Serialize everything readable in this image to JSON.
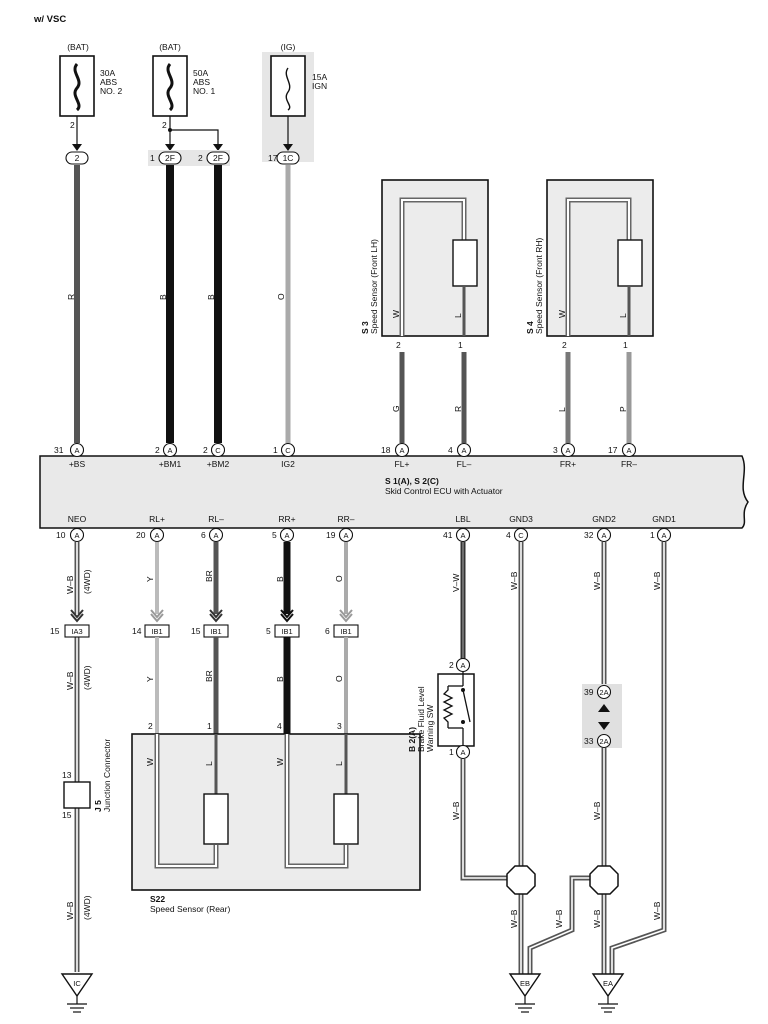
{
  "page_title": "w/ VSC",
  "fuses": [
    {
      "source": "(BAT)",
      "rating": "30A",
      "line1": "ABS",
      "line2": "NO. 2",
      "pin": "2"
    },
    {
      "source": "(BAT)",
      "rating": "50A",
      "line1": "ABS",
      "line2": "NO. 1",
      "pin": "2"
    },
    {
      "source": "(IG)",
      "rating": "15A",
      "line1": "IGN",
      "line2": "",
      "pin": ""
    }
  ],
  "top_connectors": [
    {
      "pin": "",
      "label": "2"
    },
    {
      "pin": "1",
      "label": "2F"
    },
    {
      "pin": "2",
      "label": "2F"
    },
    {
      "pin": "17",
      "label": "1C"
    }
  ],
  "top_wire_colors": [
    "R",
    "B",
    "B",
    "O"
  ],
  "sensor_lh": {
    "code": "S 3",
    "name": "Speed Sensor (Front LH)",
    "inner_left": "W",
    "inner_right": "L",
    "pin_left": "2",
    "pin_right": "1",
    "wire_left": "G",
    "wire_right": "R"
  },
  "sensor_rh": {
    "code": "S 4",
    "name": "Speed Sensor (Front RH)",
    "inner_left": "W",
    "inner_right": "L",
    "pin_left": "2",
    "pin_right": "1",
    "wire_left": "L",
    "wire_right": "P"
  },
  "ecu": {
    "code": "S 1(A), S 2(C)",
    "name": "Skid Control ECU with Actuator",
    "top_pins": [
      {
        "num": "31",
        "conn": "A",
        "label": "+BS"
      },
      {
        "num": "2",
        "conn": "A",
        "label": "+BM1"
      },
      {
        "num": "2",
        "conn": "C",
        "label": "+BM2"
      },
      {
        "num": "1",
        "conn": "C",
        "label": "IG2"
      },
      {
        "num": "18",
        "conn": "A",
        "label": "FL+"
      },
      {
        "num": "4",
        "conn": "A",
        "label": "FL–"
      },
      {
        "num": "3",
        "conn": "A",
        "label": "FR+"
      },
      {
        "num": "17",
        "conn": "A",
        "label": "FR–"
      }
    ],
    "bottom_pins": [
      {
        "num": "10",
        "conn": "A",
        "label": "NEO"
      },
      {
        "num": "20",
        "conn": "A",
        "label": "RL+"
      },
      {
        "num": "6",
        "conn": "A",
        "label": "RL–"
      },
      {
        "num": "5",
        "conn": "A",
        "label": "RR+"
      },
      {
        "num": "19",
        "conn": "A",
        "label": "RR–"
      },
      {
        "num": "41",
        "conn": "A",
        "label": "LBL"
      },
      {
        "num": "4",
        "conn": "C",
        "label": "GND3"
      },
      {
        "num": "32",
        "conn": "A",
        "label": "GND2"
      },
      {
        "num": "1",
        "conn": "A",
        "label": "GND1"
      }
    ]
  },
  "neo_wire": {
    "color": "W–B",
    "note": "(4WD)"
  },
  "rear_wire_colors": [
    "Y",
    "BR",
    "B",
    "O"
  ],
  "ib_connectors": [
    {
      "pin": "15",
      "label": "IA3"
    },
    {
      "pin": "14",
      "label": "IB1"
    },
    {
      "pin": "15",
      "label": "IB1"
    },
    {
      "pin": "5",
      "label": "IB1"
    },
    {
      "pin": "6",
      "label": "IB1"
    }
  ],
  "lbl_wire": "V–W",
  "gnd_wire": "W–B",
  "junction_connector": {
    "code": "J 5",
    "name": "Junction Connector",
    "pin_top": "13",
    "pin_bottom": "15"
  },
  "rear_sensor": {
    "code": "S22",
    "name": "Speed Sensor (Rear)",
    "pins": [
      "2",
      "1",
      "4",
      "3"
    ],
    "inner": [
      "W",
      "L",
      "W",
      "L"
    ]
  },
  "brake_switch": {
    "code": "B 2(A)",
    "name_line1": "Brake Fluid Level",
    "name_line2": "Warning SW",
    "pin_top": "2",
    "pin_bottom": "1",
    "conn": "A"
  },
  "connector_2a": {
    "label": "2A",
    "pin_top": "39",
    "pin_bottom": "33"
  },
  "grounds": [
    "IC",
    "EB",
    "EA"
  ]
}
